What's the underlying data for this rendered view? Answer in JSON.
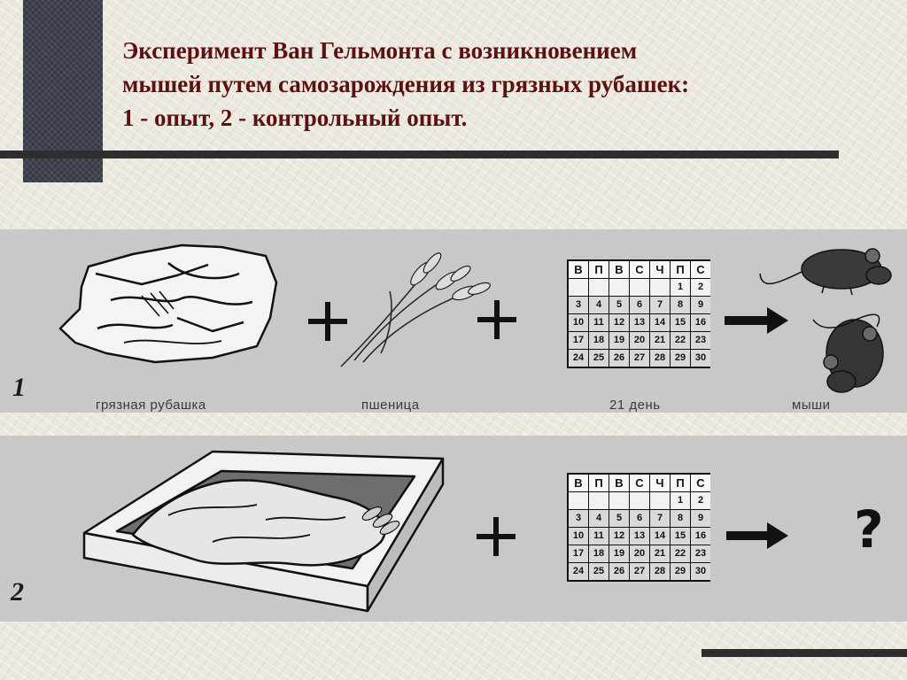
{
  "slide": {
    "title_lines": [
      "Эксперимент Ван Гельмонта с возникновением",
      "мышей путем самозарождения из грязных рубашек:",
      "1 - опыт, 2 - контрольный опыт."
    ]
  },
  "illustration": {
    "row1": {
      "number": "1",
      "captions": {
        "shirt": "грязная рубашка",
        "wheat": "пшеница",
        "days": "21 день",
        "mice": "мыши"
      },
      "operators": [
        "+",
        "+"
      ]
    },
    "row2": {
      "number": "2",
      "operators": [
        "+"
      ],
      "result": "?"
    },
    "calendar": {
      "headers": [
        "В",
        "П",
        "В",
        "С",
        "Ч",
        "П",
        "С"
      ],
      "rows": [
        [
          "",
          "",
          "",
          "",
          "",
          "1",
          "2"
        ],
        [
          "3",
          "4",
          "5",
          "6",
          "7",
          "8",
          "9"
        ],
        [
          "10",
          "11",
          "12",
          "13",
          "14",
          "15",
          "16"
        ],
        [
          "17",
          "18",
          "19",
          "20",
          "21",
          "22",
          "23"
        ],
        [
          "24",
          "25",
          "26",
          "27",
          "28",
          "29",
          "30"
        ]
      ]
    },
    "icons": [
      "crumpled-shirt-icon",
      "wheat-icon",
      "arrow-right-icon",
      "mouse-icon",
      "sealed-box-icon"
    ]
  }
}
